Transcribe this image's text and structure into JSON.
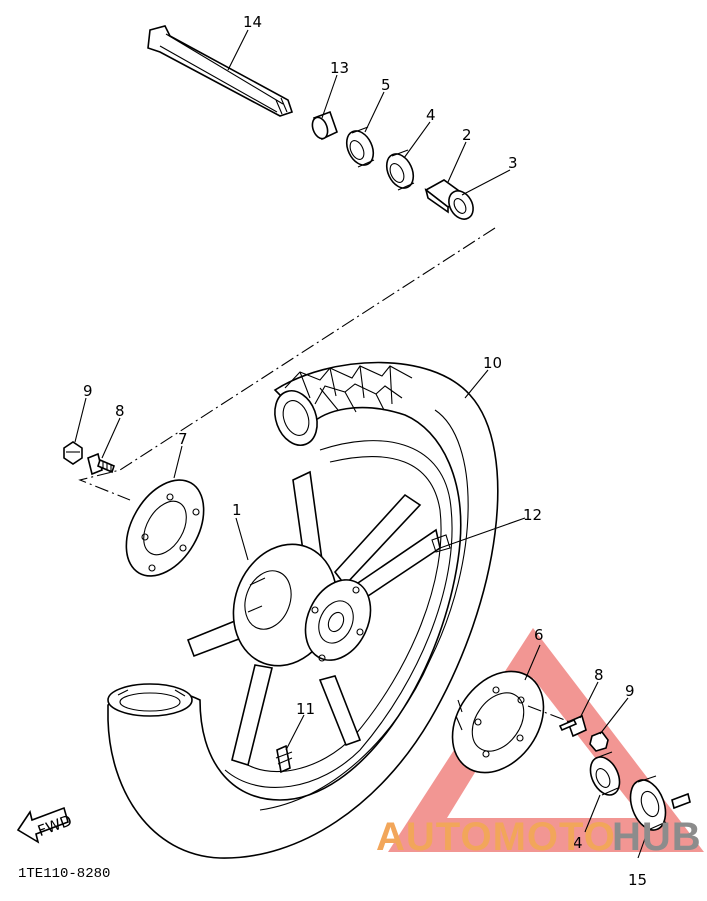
{
  "diagram": {
    "callouts": {
      "c1": "1",
      "c2": "2",
      "c3": "3",
      "c4a": "4",
      "c4b": "4",
      "c5": "5",
      "c6": "6",
      "c7": "7",
      "c8a": "8",
      "c8b": "8",
      "c9a": "9",
      "c9b": "9",
      "c10": "10",
      "c11": "11",
      "c12": "12",
      "c13": "13",
      "c14": "14",
      "c15": "15"
    },
    "fwd_label": "FWD",
    "diagram_code": "1TE110-8280"
  },
  "watermark": {
    "part1": "AUTOMOTO",
    "part2": "HUB",
    "colors": {
      "triangle": "#e8403a",
      "part1": "#f2a65a",
      "part2": "#8c8c8c"
    }
  }
}
